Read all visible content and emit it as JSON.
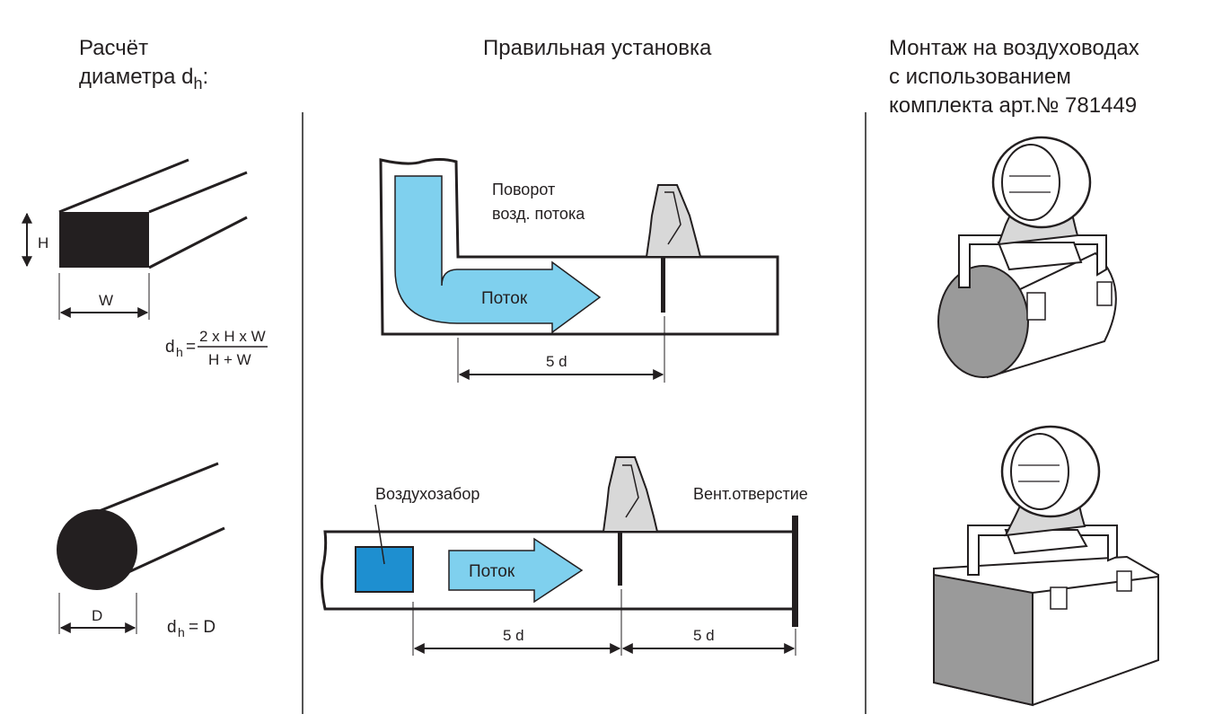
{
  "left": {
    "title_line1": "Расчёт",
    "title_line2": "диаметра d",
    "title_sub": "h",
    "title_colon": ":",
    "label_H": "H",
    "label_W": "W",
    "formula_d": "d",
    "formula_sub": "h",
    "formula_eq": "=",
    "formula_num": "2 x H x W",
    "formula_den": "H + W",
    "label_D": "D",
    "formula2_d": "d",
    "formula2_sub": "h",
    "formula2_rhs": "= D"
  },
  "middle": {
    "title": "Правильная установка",
    "turn_label_1": "Поворот",
    "turn_label_2": "возд. потока",
    "flow_label": "Поток",
    "dist_top": "5 d",
    "intake_label": "Воздухозабор",
    "vent_label": "Вент.отверстие",
    "flow_label_2": "Поток",
    "dist_bottom_1": "5 d",
    "dist_bottom_2": "5 d"
  },
  "right": {
    "title_line1": "Монтаж на воздуховодах",
    "title_line2": "с использованием",
    "title_line3": "комплекта арт.№ 781449"
  },
  "colors": {
    "flow_light": "#7fd0ee",
    "intake_blue": "#1e8fd0",
    "dark_fill": "#231f20",
    "pipe_grey": "#9a9a9a"
  }
}
